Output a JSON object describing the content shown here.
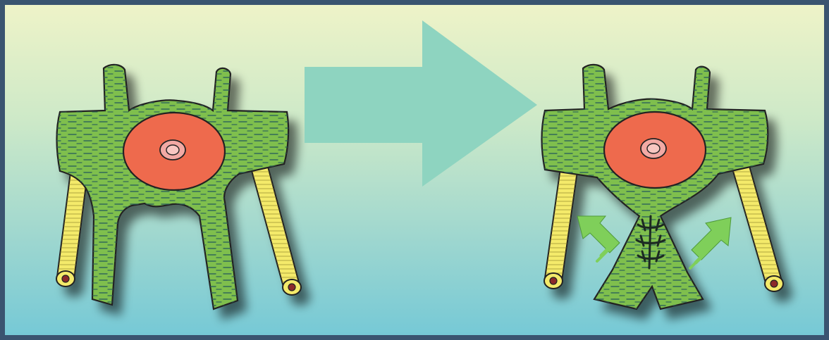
{
  "figure": {
    "panels": [
      {
        "id": "before",
        "state": "nerve-roots-separated"
      },
      {
        "id": "after",
        "state": "nerve-roots-joined-with-sutures"
      }
    ],
    "transition_arrow": {
      "color": "#8ed4c0",
      "direction": "right"
    },
    "colors": {
      "frame": "#3a5470",
      "tissue": "#7fbf4d",
      "tissue_stripes": "#2b5f5a",
      "core": "#ee6a4d",
      "center": "#f2a9a4",
      "tubes": "#f4ea6a",
      "push_arrows": "#7fcf5a",
      "sutures": "#1e2a24"
    }
  }
}
